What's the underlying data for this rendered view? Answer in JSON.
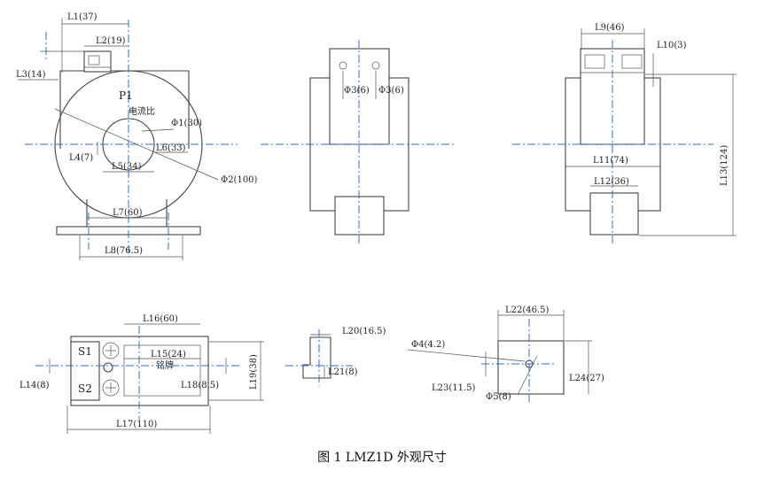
{
  "figure": {
    "caption": "图 1   LMZ1D 外观尺寸",
    "front_view": {
      "marking": "P1",
      "ratio_label": "电流比",
      "dims": {
        "L1": "L1(37)",
        "L2": "L2(19)",
        "L3": "L3(14)",
        "PHI1": "Φ1(30)",
        "L4": "L4(7)",
        "L6": "L6(33)",
        "L5": "L5(34)",
        "PHI2": "Φ2(100)",
        "L7": "L7(60)",
        "L8": "L8(76.5)"
      }
    },
    "side_view": {
      "dims": {
        "PHI3A": "Φ3(6)",
        "PHI3B": "Φ3(6)"
      }
    },
    "rear_view": {
      "dims": {
        "L9": "L9(46)",
        "L10": "L10(3)",
        "L11": "L11(74)",
        "L12": "L12(36)",
        "L13": "L13(124)"
      }
    },
    "top_view": {
      "terminal_s1": "S1",
      "terminal_s2": "S2",
      "nameplate": "铭牌",
      "dims": {
        "L16": "L16(60)",
        "L15": "L15(24)",
        "L14": "L14(8)",
        "L18": "L18(8.5)",
        "L19": "L19(38)",
        "L17": "L17(110)"
      }
    },
    "bracket_view": {
      "dims": {
        "L20": "L20(16.5)",
        "L21": "L21(8)"
      }
    },
    "base_view": {
      "dims": {
        "L22": "L22(46.5)",
        "PHI4": "Φ4(4.2)",
        "L24": "L24(27)",
        "L23": "L23(11.5)",
        "PHI5": "Φ5(8)"
      }
    }
  }
}
